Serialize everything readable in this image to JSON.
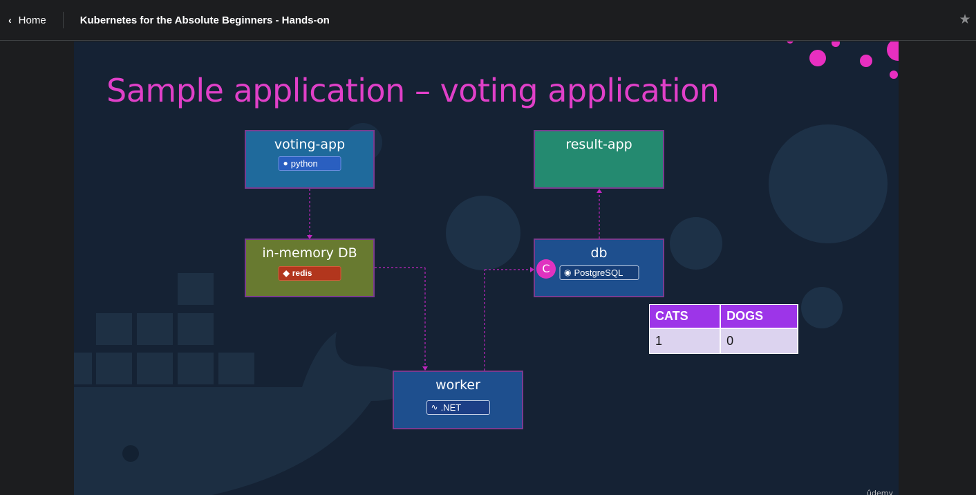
{
  "topbar": {
    "home_label": "Home",
    "course_title": "Kubernetes for the Absolute Beginners - Hands-on",
    "icons": {
      "back": "chevron-left-icon",
      "rate": "star-icon"
    }
  },
  "slide": {
    "title": "Sample application – voting application",
    "components": {
      "voting_app": {
        "name": "voting-app",
        "tech": "python",
        "tech_icon": "python-logo-icon"
      },
      "result_app": {
        "name": "result-app"
      },
      "in_memory_db": {
        "name": "in-memory DB",
        "tech": "redis",
        "tech_icon": "redis-logo-icon"
      },
      "db": {
        "name": "db",
        "tech": "PostgreSQL",
        "tech_icon": "postgresql-elephant-icon"
      },
      "worker": {
        "name": "worker",
        "tech": ".NET",
        "tech_icon": "dotnet-logo-icon"
      }
    },
    "cursor_badge": "C",
    "votes_table": {
      "headers": [
        "CATS",
        "DOGS"
      ],
      "rows": [
        [
          "1",
          "0"
        ]
      ]
    },
    "watermark": "ûdemy",
    "colors": {
      "title": "#e040c8",
      "slide_bg": "#152234",
      "voting_box": "#1f6a9c",
      "result_box": "#248a70",
      "memory_box": "#687a30",
      "db_box": "#1e4f8e",
      "worker_box": "#1e4f8e",
      "arrow": "#c026c0",
      "table_header": "#9d35e8",
      "table_cell": "#dcd3ef"
    }
  }
}
